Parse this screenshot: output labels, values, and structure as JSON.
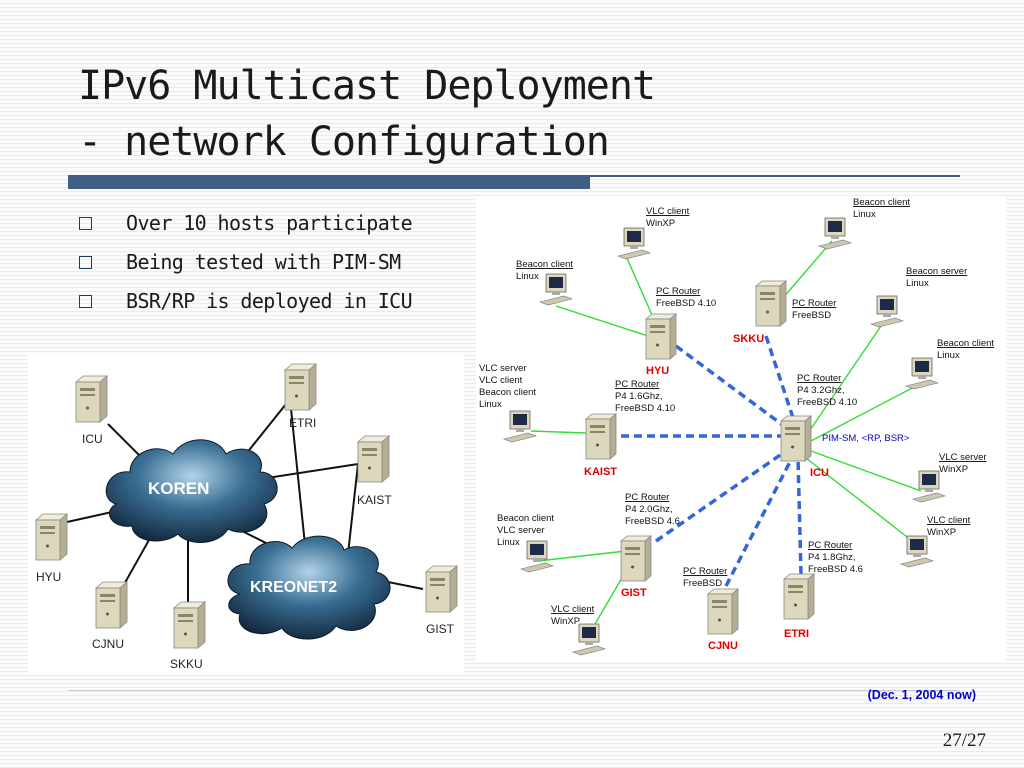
{
  "slide": {
    "title_line1": "IPv6 Multicast Deployment",
    "title_line2": "- network Configuration",
    "bullets": [
      "Over 10 hosts participate",
      "Being tested with PIM-SM",
      "BSR/RP is deployed in ICU"
    ],
    "date": "(Dec. 1, 2004 now)",
    "page_number": "27/27"
  },
  "left_diagram": {
    "clouds": [
      "KOREN",
      "KREONET2"
    ],
    "nodes": [
      "ICU",
      "ETRI",
      "KAIST",
      "HYU",
      "CJNU",
      "SKKU",
      "GIST"
    ]
  },
  "right_diagram": {
    "sites": [
      "HYU",
      "SKKU",
      "KAIST",
      "ICU",
      "GIST",
      "CJNU",
      "ETRI"
    ],
    "rp_label": "PIM-SM, <RP, BSR>",
    "routers": {
      "hyu": [
        "PC Router",
        "FreeBSD 4.10"
      ],
      "skku": [
        "PC Router",
        "FreeBSD"
      ],
      "kaist": [
        "PC Router",
        "P4 1.6Ghz,",
        "FreeBSD 4.10"
      ],
      "icu": [
        "PC Router",
        "P4 3.2Ghz,",
        "FreeBSD 4.10"
      ],
      "gist": [
        "PC Router",
        "P4 2.0Ghz,",
        "FreeBSD 4.6"
      ],
      "cjnu": [
        "PC Router",
        "FreeBSD"
      ],
      "etri": [
        "PC Router",
        "P4 1.8Ghz,",
        "FreeBSD 4.6"
      ]
    },
    "hosts": {
      "hyu_vlc": [
        "VLC client",
        "WinXP"
      ],
      "hyu_beacon": [
        "Beacon client",
        "Linux"
      ],
      "skku_beacon": [
        "Beacon client",
        "Linux"
      ],
      "icu_beacon_server": [
        "Beacon server",
        "Linux"
      ],
      "icu_beacon_client": [
        "Beacon client",
        "Linux"
      ],
      "kaist_multi": [
        "VLC server",
        "VLC client",
        "Beacon client",
        "Linux"
      ],
      "icu_vlc_server": [
        "VLC server",
        "WinXP"
      ],
      "icu_vlc_client": [
        "VLC client",
        "WinXP"
      ],
      "gist_multi": [
        "Beacon client",
        "VLC server",
        "Linux"
      ],
      "gist_vlc": [
        "VLC client",
        "WinXP"
      ]
    }
  }
}
